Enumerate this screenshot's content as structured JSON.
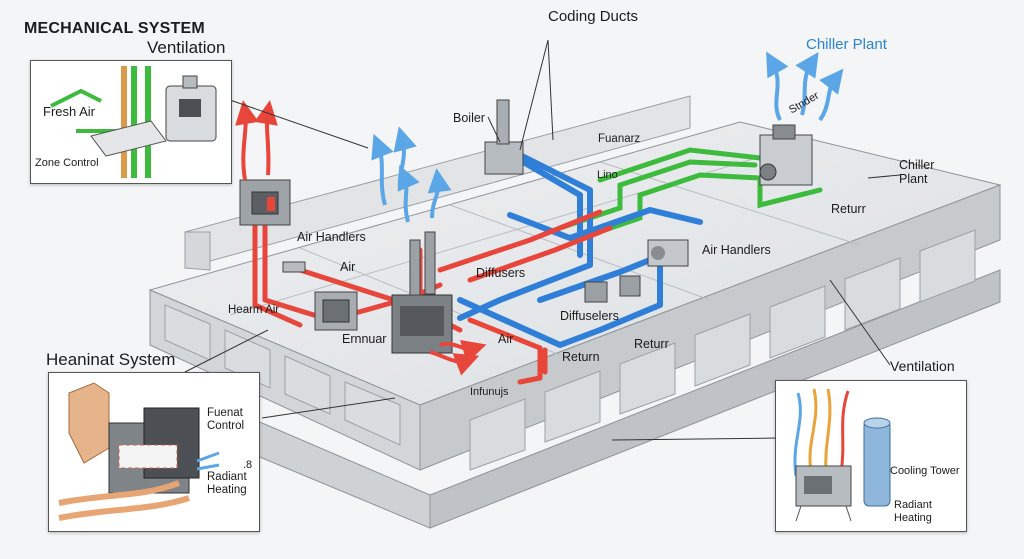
{
  "titles": {
    "main": "MECHANICAL SYSTEM",
    "ventilation": "Ventilation",
    "heating_system": "Heaninat System",
    "coding_ducts": "Coding Ducts",
    "chiller_plant_top": "Chiller Plant"
  },
  "labels": {
    "fresh_air": "Fresh Air",
    "zone_control": "Zone Control",
    "boiler": "Boiler",
    "fuanarz": "Fuanarz",
    "lino": "Lino",
    "stander": "Stnder",
    "chiller_plant": "Chiller\nPlant",
    "return_right": "Returr",
    "air_handlers_left": "Air Handlers",
    "air_handlers_right": "Air Handlers",
    "air_1": "Air",
    "hearm_air": "Hearm Air",
    "diffusers_1": "Diffusers",
    "diffusers_2": "Diffuselers",
    "ernnuar": "Ernnuar",
    "air_2": "Air",
    "return_mid": "Return",
    "return_lower": "Returr",
    "infunujs": "Infunujs",
    "ventilation_right": "Ventilation",
    "fuenat_control": "Fuenat\nControl",
    "radiant_heating_left": "Radiant\nHeating",
    "cooling_tower": "Cooling Tower",
    "radiant_heating_right": "Radiant\nHeating",
    "stray_mark": ".8"
  },
  "colors": {
    "hot": "#e8463a",
    "cold": "#2f7fd8",
    "green": "#3dbb3d",
    "title_blue": "#2a86c9",
    "slab": "#e4e6e8",
    "slab_side": "#c9ccd0"
  }
}
